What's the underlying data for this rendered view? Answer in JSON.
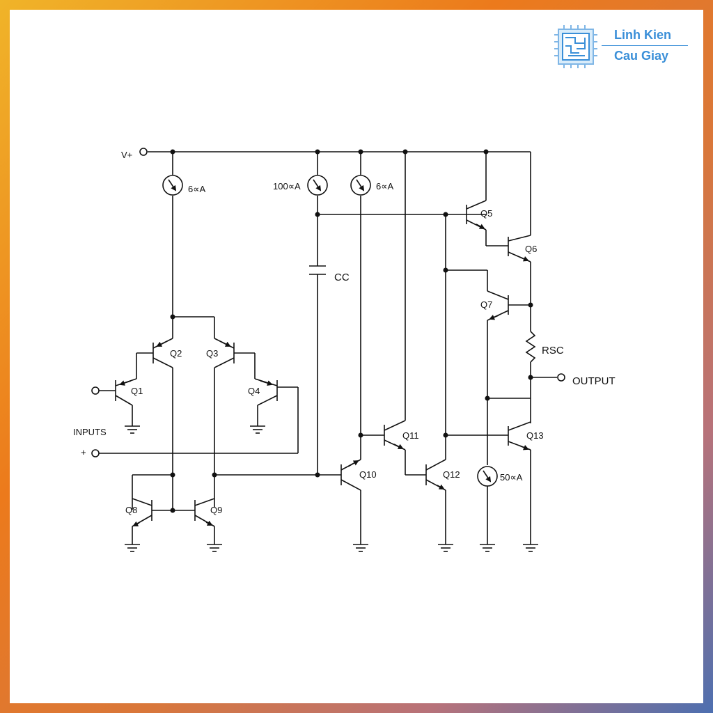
{
  "brand": {
    "line1": "Linh Kien",
    "line2": "Cau Giay",
    "color": "#3a8fd8"
  },
  "schematic": {
    "supply_label": "V+",
    "inputs_label": "INPUTS",
    "plus_label": "+",
    "output_label": "OUTPUT",
    "capacitor_label": "CC",
    "resistor_label": "RSC",
    "current_sources": [
      "6∝A",
      "100∝A",
      "6∝A",
      "50∝A"
    ],
    "transistors": [
      "Q1",
      "Q2",
      "Q3",
      "Q4",
      "Q5",
      "Q6",
      "Q7",
      "Q8",
      "Q9",
      "Q10",
      "Q11",
      "Q12",
      "Q13"
    ]
  }
}
